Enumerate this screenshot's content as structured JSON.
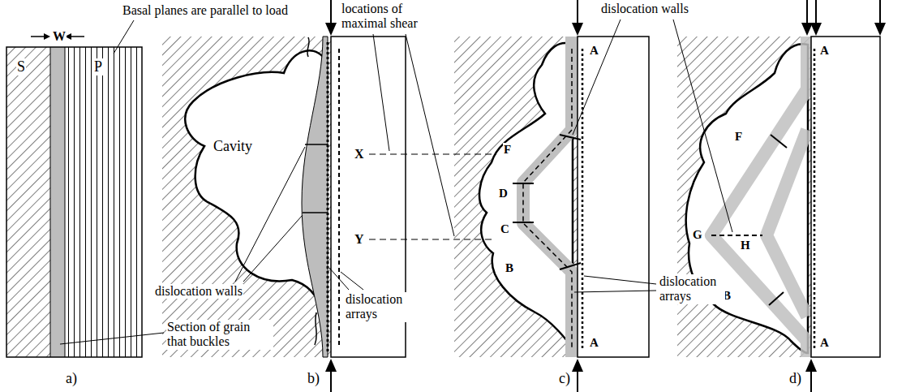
{
  "diagram": {
    "labels": [
      "W",
      "Basal planes are parallel to load",
      "locations of maximal shear",
      "dislocation walls",
      "S",
      "P",
      "Cavity",
      "X",
      "F",
      "D",
      "C",
      "Y",
      "B",
      "A",
      "A",
      "A",
      "F",
      "G",
      "H",
      "B",
      "A",
      "dislocation walls",
      "dislocation arrays",
      "dislocation arrays",
      "Section of grain that buckles",
      "a)",
      "b)",
      "c)",
      "d)"
    ]
  }
}
